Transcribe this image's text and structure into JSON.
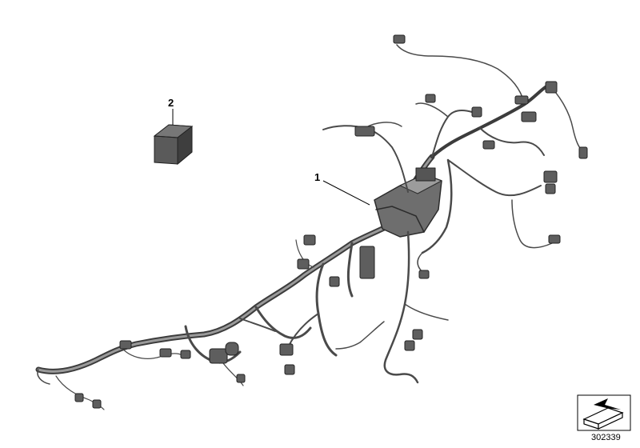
{
  "callouts": {
    "item_1": "1",
    "item_2": "2"
  },
  "figure": {
    "part_number": "302339"
  },
  "parts": [
    {
      "callout": "1",
      "name": "wiring-harness",
      "icon": "wiring-harness-icon"
    },
    {
      "callout": "2",
      "name": "relay",
      "icon": "relay-icon"
    }
  ],
  "colors": {
    "harness_stroke": "#4a4a4a",
    "harness_fill": "#8a8a8a",
    "relay_fill": "#555555",
    "background": "#ffffff"
  }
}
